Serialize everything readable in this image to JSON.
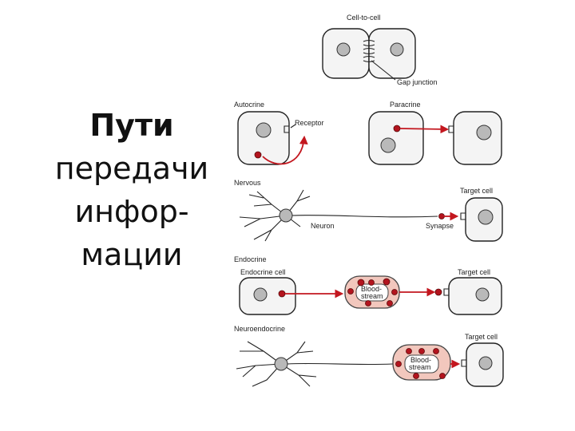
{
  "title_lines": [
    "Пути",
    "передачи",
    "инфор-",
    "мации"
  ],
  "labels": {
    "cell_to_cell": "Cell-to-cell",
    "gap_junction": "Gap junction",
    "autocrine": "Autocrine",
    "receptor": "Receptor",
    "paracrine": "Paracrine",
    "nervous": "Nervous",
    "target_cell": "Target cell",
    "neuron": "Neuron",
    "synapse": "Synapse",
    "endocrine": "Endocrine",
    "endocrine_cell": "Endocrine cell",
    "blood_line1": "Blood-",
    "blood_line2": "stream",
    "neuroendocrine": "Neuroendocrine"
  },
  "colors": {
    "signal": "#b3141e",
    "arrow": "#c3171f",
    "bloodstream": "#f2c7bd"
  }
}
